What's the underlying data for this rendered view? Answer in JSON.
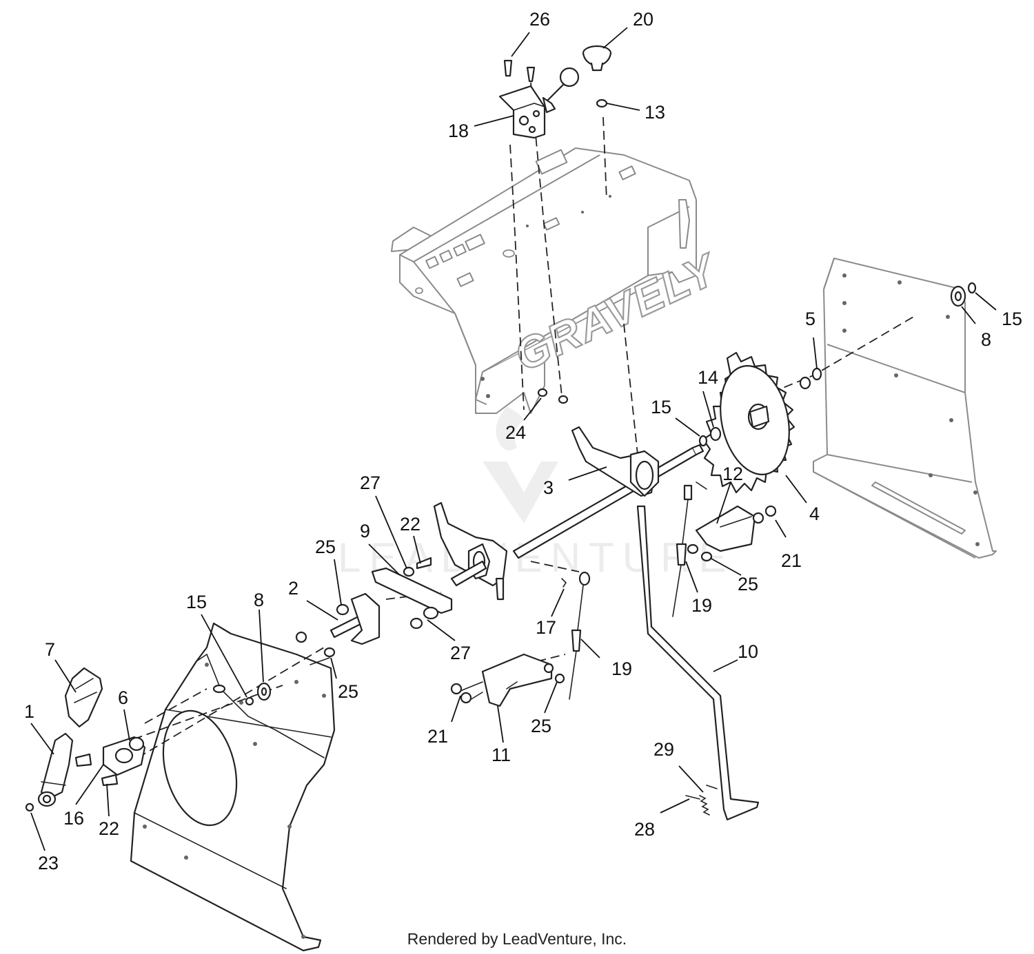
{
  "diagram": {
    "brand_text": "GRAVELY",
    "watermark_text": "LEADVENTURE",
    "callouts": [
      {
        "id": "c26",
        "label": "26"
      },
      {
        "id": "c20",
        "label": "20"
      },
      {
        "id": "c13",
        "label": "13"
      },
      {
        "id": "c18",
        "label": "18"
      },
      {
        "id": "c24",
        "label": "24"
      },
      {
        "id": "c3",
        "label": "3"
      },
      {
        "id": "c14",
        "label": "14"
      },
      {
        "id": "c15a",
        "label": "15"
      },
      {
        "id": "c5",
        "label": "5"
      },
      {
        "id": "c15b",
        "label": "15"
      },
      {
        "id": "c8a",
        "label": "8"
      },
      {
        "id": "c4",
        "label": "4"
      },
      {
        "id": "c12",
        "label": "12"
      },
      {
        "id": "c21a",
        "label": "21"
      },
      {
        "id": "c25a",
        "label": "25"
      },
      {
        "id": "c19a",
        "label": "19"
      },
      {
        "id": "c27a",
        "label": "27"
      },
      {
        "id": "c22a",
        "label": "22"
      },
      {
        "id": "c9",
        "label": "9"
      },
      {
        "id": "c25b",
        "label": "25"
      },
      {
        "id": "c2",
        "label": "2"
      },
      {
        "id": "c15c",
        "label": "15"
      },
      {
        "id": "c8b",
        "label": "8"
      },
      {
        "id": "c17",
        "label": "17"
      },
      {
        "id": "c19b",
        "label": "19"
      },
      {
        "id": "c27b",
        "label": "27"
      },
      {
        "id": "c10",
        "label": "10"
      },
      {
        "id": "c25c",
        "label": "25"
      },
      {
        "id": "c7",
        "label": "7"
      },
      {
        "id": "c6",
        "label": "6"
      },
      {
        "id": "c1",
        "label": "1"
      },
      {
        "id": "c21b",
        "label": "21"
      },
      {
        "id": "c25d",
        "label": "25"
      },
      {
        "id": "c11",
        "label": "11"
      },
      {
        "id": "c16",
        "label": "16"
      },
      {
        "id": "c22b",
        "label": "22"
      },
      {
        "id": "c23",
        "label": "23"
      },
      {
        "id": "c29",
        "label": "29"
      },
      {
        "id": "c28",
        "label": "28"
      }
    ]
  },
  "footer": {
    "text": "Rendered by LeadVenture, Inc."
  }
}
